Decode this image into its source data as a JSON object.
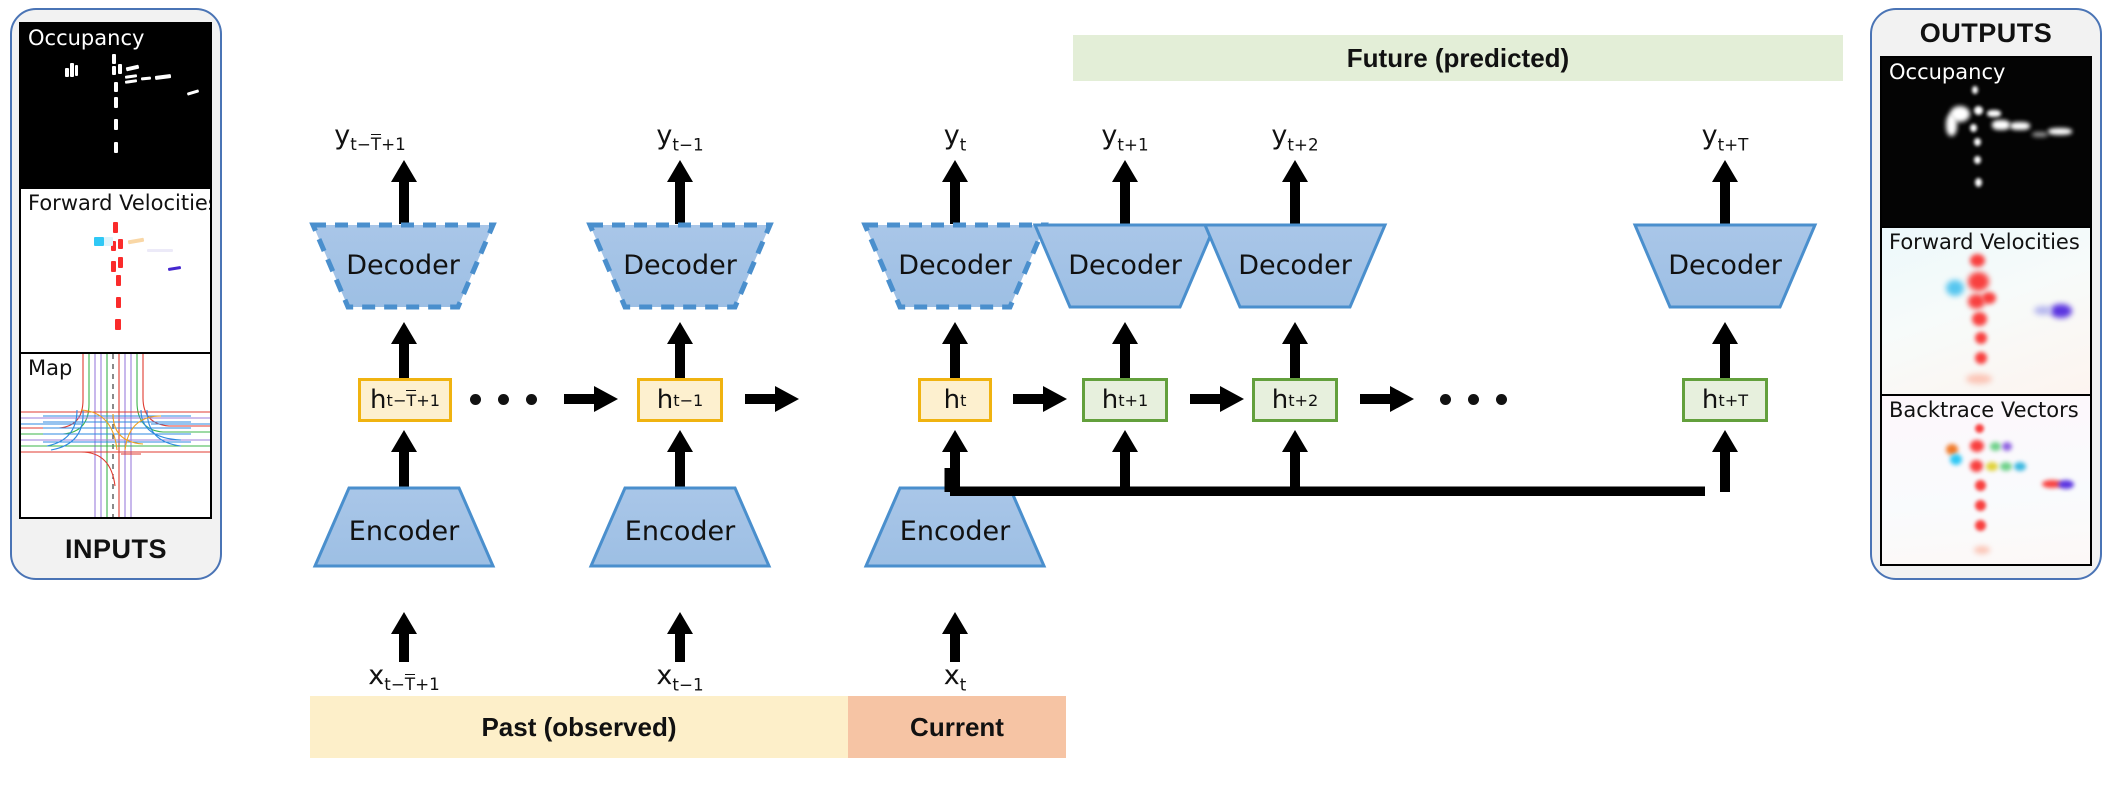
{
  "inputs_panel": {
    "title": "INPUTS",
    "tiles": [
      {
        "label": "Occupancy",
        "theme": "dark"
      },
      {
        "label": "Forward Velocities",
        "theme": "light"
      },
      {
        "label": "Map",
        "theme": "light"
      }
    ]
  },
  "outputs_panel": {
    "title": "OUTPUTS",
    "tiles": [
      {
        "label": "Occupancy",
        "theme": "dark"
      },
      {
        "label": "Forward Velocities",
        "theme": "light"
      },
      {
        "label": "Backtrace Vectors",
        "theme": "light"
      }
    ]
  },
  "timeline": {
    "past_label": "Past (observed)",
    "current_label": "Current",
    "future_label": "Future (predicted)"
  },
  "encoder_label": "Encoder",
  "decoder_label": "Decoder",
  "steps": [
    {
      "id": "t-Tbar+1",
      "phase": "past",
      "has_encoder": true,
      "has_decoder": true,
      "y": "y",
      "y_sub": "t−T̄+1",
      "h": "h",
      "h_sub": "t−T̄+1",
      "x": "x",
      "x_sub": "t−T̄+1"
    },
    {
      "id": "t-1",
      "phase": "past",
      "has_encoder": true,
      "has_decoder": true,
      "y": "y",
      "y_sub": "t−1",
      "h": "h",
      "h_sub": "t−1",
      "x": "x",
      "x_sub": "t−1"
    },
    {
      "id": "t",
      "phase": "current",
      "has_encoder": true,
      "has_decoder": true,
      "y": "y",
      "y_sub": "t",
      "h": "h",
      "h_sub": "t",
      "x": "x",
      "x_sub": "t"
    },
    {
      "id": "t+1",
      "phase": "future",
      "has_encoder": false,
      "has_decoder": true,
      "y": "y",
      "y_sub": "t+1",
      "h": "h",
      "h_sub": "t+1",
      "x": "",
      "x_sub": ""
    },
    {
      "id": "t+2",
      "phase": "future",
      "has_encoder": false,
      "has_decoder": true,
      "y": "y",
      "y_sub": "t+2",
      "h": "h",
      "h_sub": "t+2",
      "x": "",
      "x_sub": ""
    },
    {
      "id": "t+T",
      "phase": "future",
      "has_encoder": false,
      "has_decoder": true,
      "y": "y",
      "y_sub": "t+T",
      "h": "h",
      "h_sub": "t+T",
      "x": "",
      "x_sub": ""
    }
  ],
  "colors": {
    "panel_border": "#4a74b5",
    "panel_bg": "#f2f2f2",
    "trapezoid_fill_top": "#a9c6e8",
    "trapezoid_fill_bottom": "#9dbfe4",
    "trapezoid_stroke": "#4a8fcd",
    "past_state_fill": "#fdf0cf",
    "past_state_border": "#f0b310",
    "future_state_fill": "#e7f0dd",
    "future_state_border": "#63a03c",
    "past_band": "#fdefc9",
    "current_band": "#f6c4a4",
    "future_band": "#e3eed7",
    "arrow": "#000000"
  }
}
